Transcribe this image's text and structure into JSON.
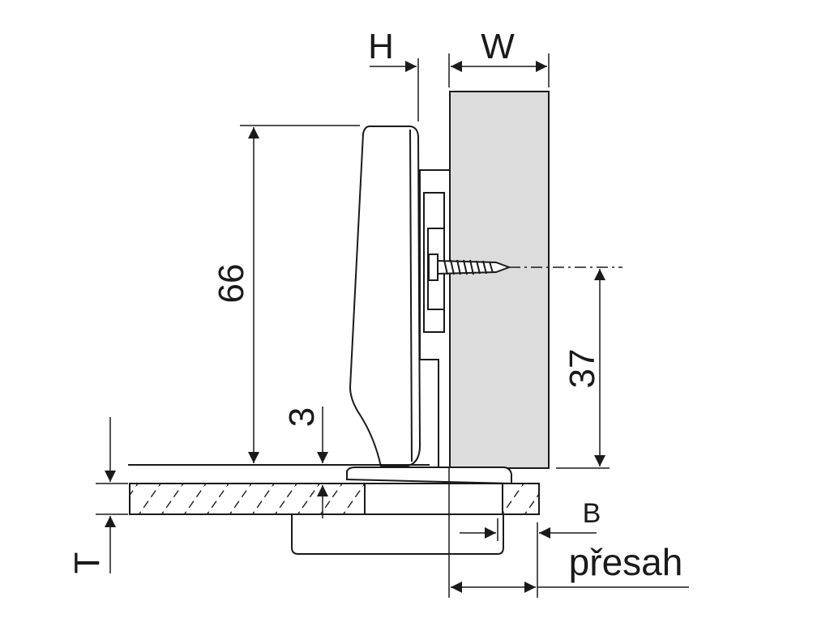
{
  "labels": {
    "h": "H",
    "w": "W",
    "dim_66": "66",
    "dim_37": "37",
    "dim_3": "3",
    "b": "B",
    "t": "T",
    "presah": "přesah"
  },
  "colors": {
    "line": "#1a1a1a",
    "panel_fill": "#dcdcdc",
    "background": "#ffffff"
  }
}
